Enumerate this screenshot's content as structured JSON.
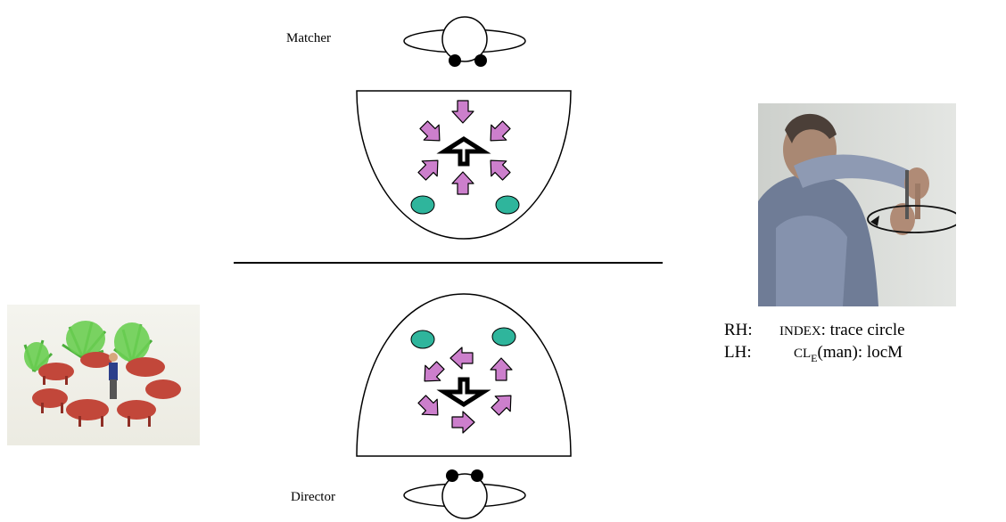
{
  "matcher": {
    "label": "Matcher"
  },
  "director": {
    "label": "Director"
  },
  "gloss": {
    "rh": {
      "hand": "RH:",
      "handshape": "INDEX",
      "rest": ": trace circle"
    },
    "lh": {
      "hand": "LH:",
      "classifier": "CL",
      "subscript": "E",
      "rest": "(man): locM"
    }
  },
  "colors": {
    "arrow_fill": "#cc7fcc",
    "dot_fill": "#2fb59c",
    "outline": "#000000"
  }
}
